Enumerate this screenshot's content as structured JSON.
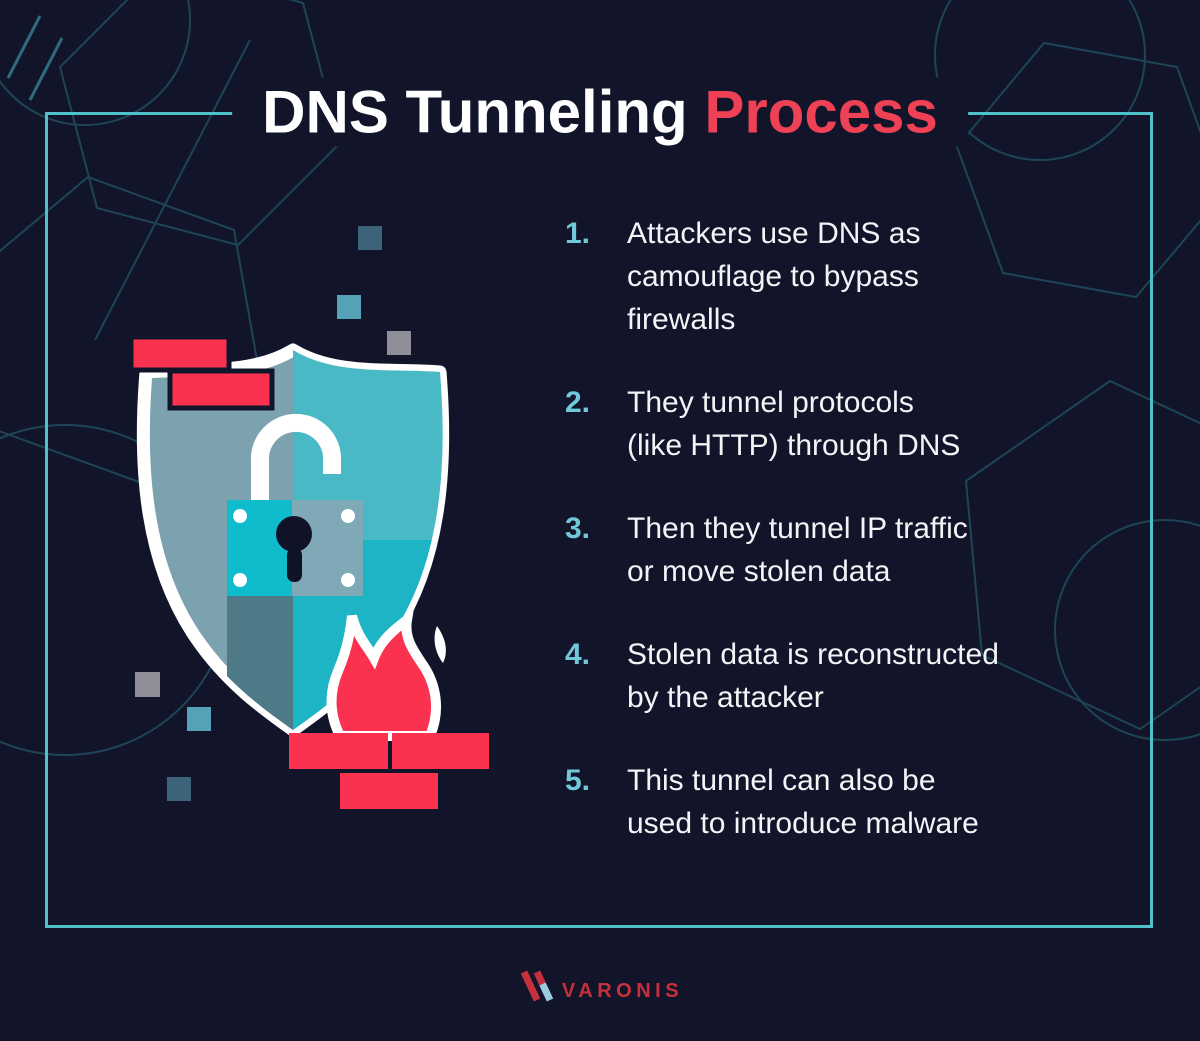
{
  "colors": {
    "background": "#12152a",
    "frame": "#4fc1cb",
    "title_accent": "#ee4156",
    "body_text": "#f2f4f6",
    "step_number": "#70c8d8",
    "brick_red": "#fb3150",
    "flame_red": "#fb3150",
    "shield_left": "#7da2af",
    "shield_left_shadow": "#4e7987",
    "shield_right": "#49b9c5",
    "shield_right_bottom": "#1db4c6",
    "lock_body_left": "#10bccb",
    "lock_body_right": "#7fa9b7",
    "keyhole": "#101328",
    "square_slate": "#3c6379",
    "square_teal": "#56a3b8",
    "square_gray": "#8f8e99",
    "deco_line": "#1d4557",
    "deco_line_bright": "#2e6b80",
    "white": "#ffffff",
    "brand_red": "#c5303c",
    "brand_blue": "#9dcbe0"
  },
  "title": {
    "main": "DNS Tunneling",
    "accent": "Process"
  },
  "steps": {
    "items": [
      {
        "number": "1.",
        "text": "Attackers use DNS as\ncamouflage to bypass\nfirewalls"
      },
      {
        "number": "2.",
        "text": "They tunnel protocols\n(like HTTP) through DNS"
      },
      {
        "number": "3.",
        "text": "Then they tunnel IP traffic\nor move stolen data"
      },
      {
        "number": "4.",
        "text": "Stolen data is reconstructed\nby the attacker"
      },
      {
        "number": "5.",
        "text": "This tunnel can also be\nused to introduce malware"
      }
    ]
  },
  "illustration": {
    "icons": [
      "shield-icon",
      "open-padlock-icon",
      "flame-icon",
      "firewall-bricks-icon",
      "pixel-squares"
    ]
  },
  "footer": {
    "brand": "VARONIS"
  }
}
